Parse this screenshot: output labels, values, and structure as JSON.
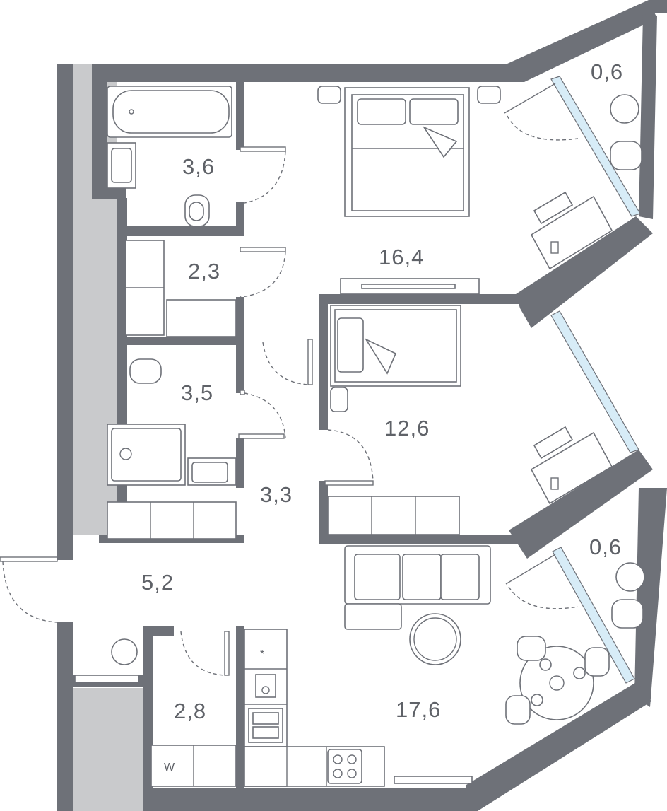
{
  "rooms": [
    {
      "id": "balcony-bedroom",
      "area": "0,6"
    },
    {
      "id": "bathroom",
      "area": "3,6"
    },
    {
      "id": "bedroom",
      "area": "16,4"
    },
    {
      "id": "wardrobe",
      "area": "2,3"
    },
    {
      "id": "shower-room",
      "area": "3,5"
    },
    {
      "id": "bedroom-2",
      "area": "12,6"
    },
    {
      "id": "corridor",
      "area": "3,3"
    },
    {
      "id": "hall",
      "area": "5,2"
    },
    {
      "id": "balcony-living",
      "area": "0,6"
    },
    {
      "id": "laundry",
      "area": "2,8"
    },
    {
      "id": "kitchen-living",
      "area": "17,6"
    }
  ],
  "appliances": {
    "washer_label": "W",
    "fridge_symbol": "*"
  },
  "colors": {
    "wall": "#6e7178",
    "shaft": "#c9cacc",
    "glass": "#d7ecf7",
    "label": "#5f6268"
  }
}
